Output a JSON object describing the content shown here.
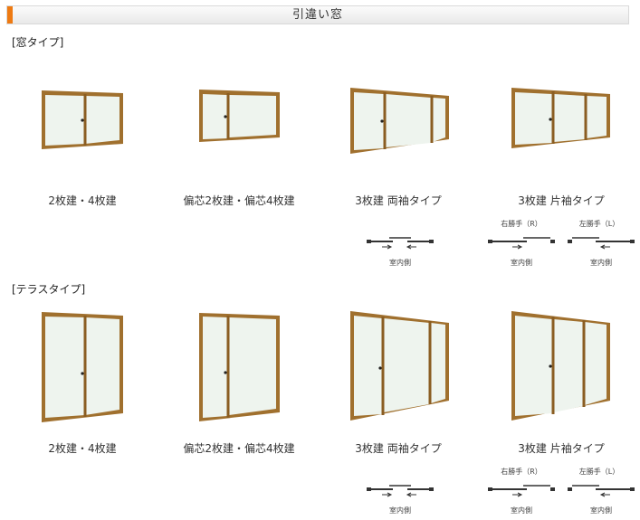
{
  "header": {
    "title": "引違い窓"
  },
  "sections": [
    {
      "label": "[窓タイプ]",
      "items": [
        {
          "caption": "2枚建・4枚建"
        },
        {
          "caption": "偏芯2枚建・偏芯4枚建"
        },
        {
          "caption": "3枚建 両袖タイプ",
          "diagram_label": "室内側"
        },
        {
          "caption": "3枚建 片袖タイプ",
          "right_label": "右勝手（R）",
          "left_label": "左勝手（L）",
          "diagram_label_r": "室内側",
          "diagram_label_l": "室内側"
        }
      ]
    },
    {
      "label": "[テラスタイプ]",
      "items": [
        {
          "caption": "2枚建・4枚建"
        },
        {
          "caption": "偏芯2枚建・偏芯4枚建"
        },
        {
          "caption": "3枚建 両袖タイプ",
          "diagram_label": "室内側"
        },
        {
          "caption": "3枚建 片袖タイプ",
          "right_label": "右勝手（R）",
          "left_label": "左勝手（L）",
          "diagram_label_r": "室内側",
          "diagram_label_l": "室内側"
        }
      ]
    }
  ],
  "colors": {
    "accent": "#ee7a12",
    "frame": "#9a6a2c",
    "glass": "#eef6ee"
  }
}
